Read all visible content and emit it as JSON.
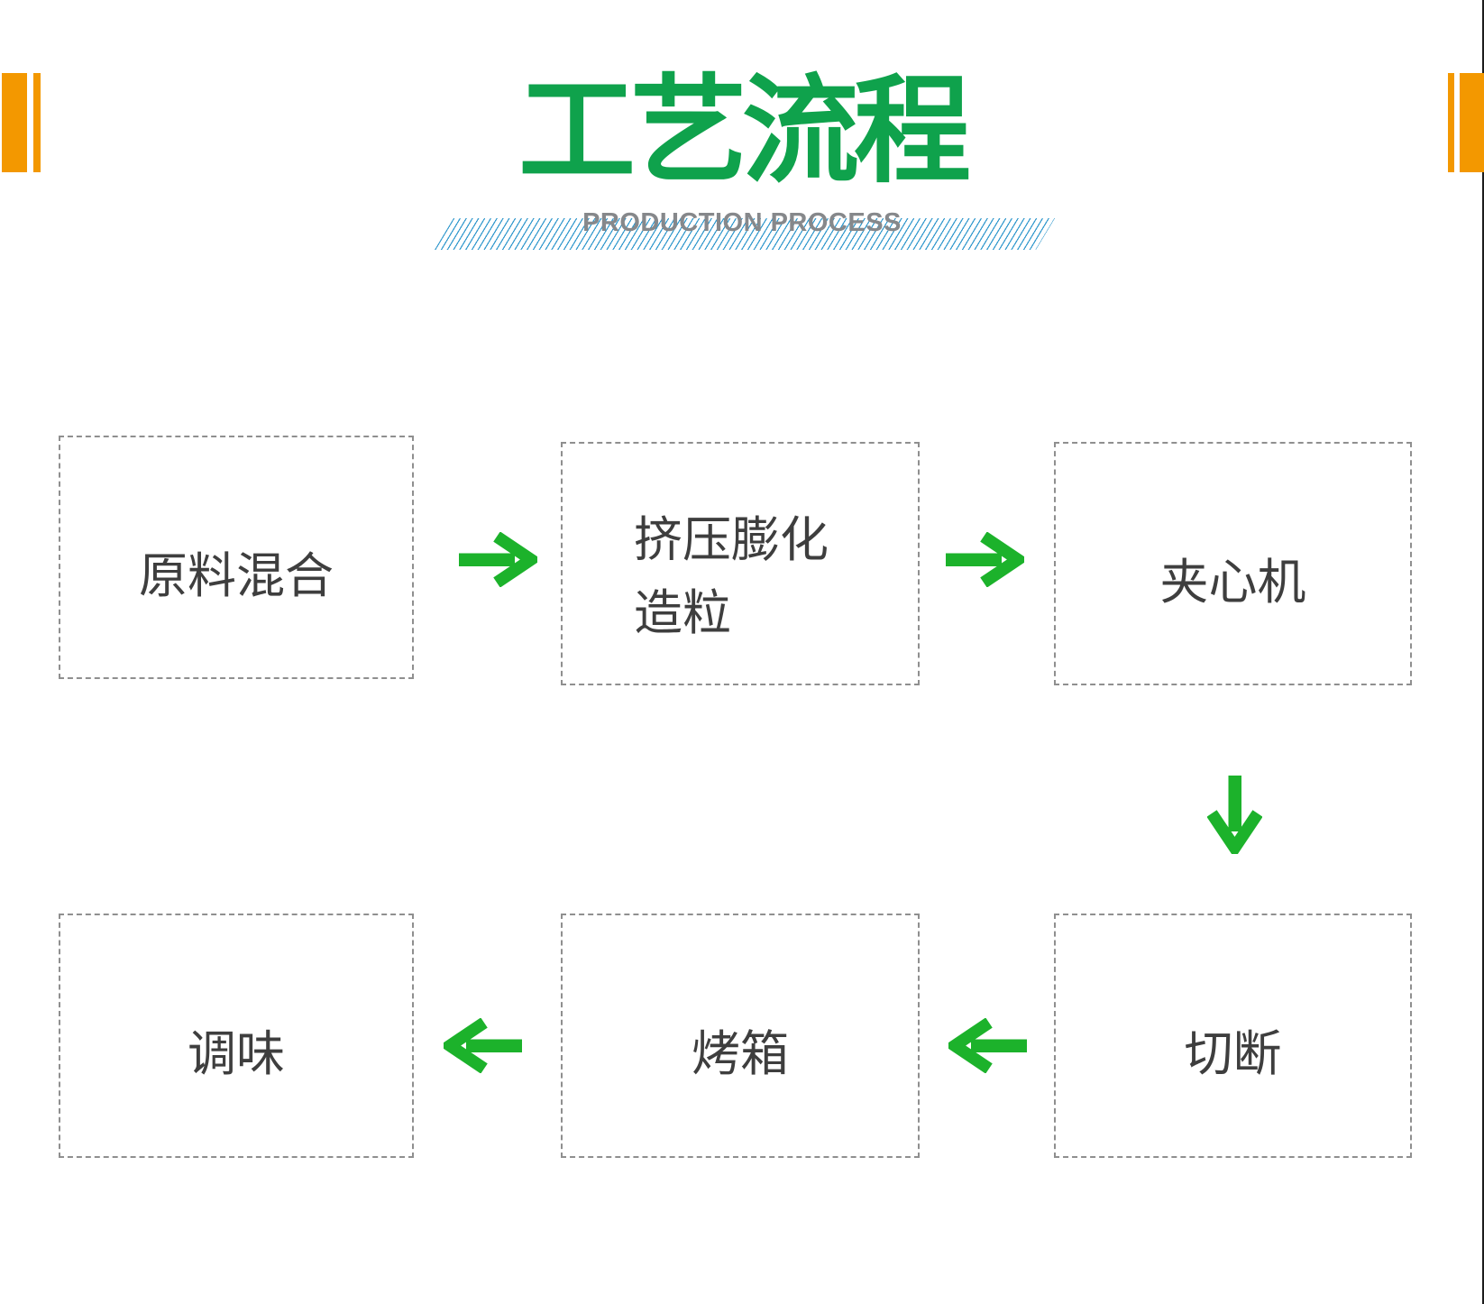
{
  "page": {
    "title": "工艺流程",
    "subtitle": "PRODUCTION PROCESS"
  },
  "colors": {
    "title_green": "#0FA24C",
    "arrow_green": "#1CB22B",
    "accent_orange": "#F39800",
    "hatch_blue": "#2F97CC",
    "box_border_gray": "#8F8F8F",
    "box_text_gray": "#3E3E3E",
    "subtitle_gray": "#86888B"
  },
  "flow": {
    "steps": [
      {
        "label": "原料混合",
        "row": 1,
        "order": 1
      },
      {
        "label": "挤压膨化造粒",
        "row": 1,
        "order": 2
      },
      {
        "label": "夹心机",
        "row": 1,
        "order": 3
      },
      {
        "label": "切断",
        "row": 2,
        "order": 4
      },
      {
        "label": "烤箱",
        "row": 2,
        "order": 5
      },
      {
        "label": "调味",
        "row": 2,
        "order": 6
      }
    ],
    "arrows": [
      {
        "from": "原料混合",
        "to": "挤压膨化造粒",
        "direction": "right"
      },
      {
        "from": "挤压膨化造粒",
        "to": "夹心机",
        "direction": "right"
      },
      {
        "from": "夹心机",
        "to": "切断",
        "direction": "down"
      },
      {
        "from": "切断",
        "to": "烤箱",
        "direction": "left"
      },
      {
        "from": "烤箱",
        "to": "调味",
        "direction": "left"
      }
    ]
  }
}
